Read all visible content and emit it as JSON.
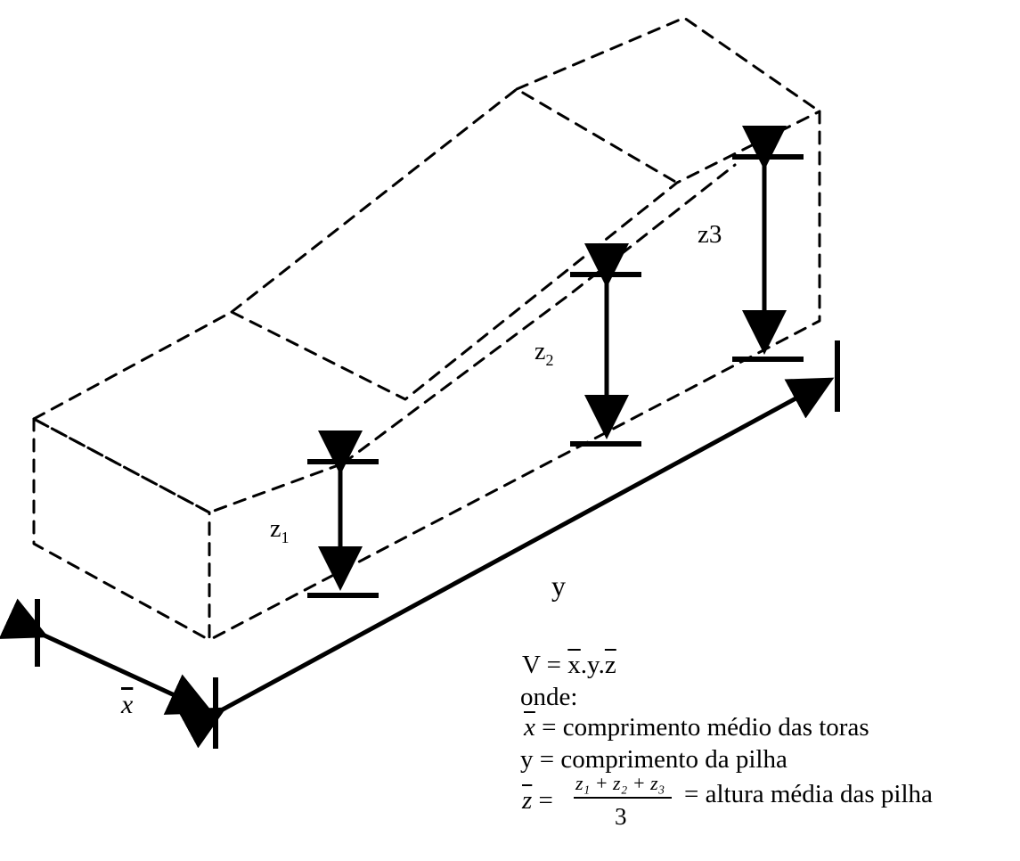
{
  "labels": {
    "z1_base": "z",
    "z1_sub": "1",
    "z2_base": "z",
    "z2_sub": "2",
    "z3": "z3",
    "y": "y",
    "xbar": "x"
  },
  "formula": {
    "volume_lhs": "V = ",
    "volume_x": "x",
    "volume_mid": ".y.",
    "volume_z": "z",
    "onde": "onde:",
    "xbar_def": "= comprimento médio das toras",
    "y_def": "y = comprimento da pilha",
    "zbar_lhs": "z",
    "zbar_eq": "=",
    "numerator": "z₁ + z₂ + z₃",
    "denominator": "3",
    "zbar_def": "= altura média das pilha"
  }
}
